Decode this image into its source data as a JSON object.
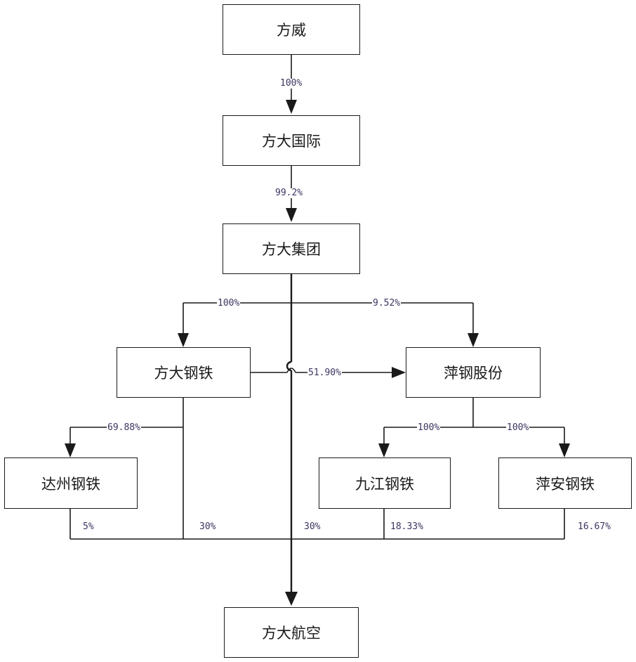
{
  "nodes": {
    "fangwei": "方威",
    "fangda_intl": "方大国际",
    "fangda_group": "方大集团",
    "fangda_steel": "方大钢铁",
    "pinggang": "萍钢股份",
    "dazhou": "达州钢铁",
    "jiujiang": "九江钢铁",
    "pingan": "萍安钢铁",
    "fangda_aviation": "方大航空"
  },
  "edges": {
    "fangwei_to_intl": "100%",
    "intl_to_group": "99.2%",
    "group_to_steel": "100%",
    "group_to_pinggang": "9.52%",
    "steel_to_pinggang": "51.90%",
    "steel_to_dazhou": "69.88%",
    "pinggang_to_jiujiang": "100%",
    "pinggang_to_pingan": "100%",
    "dazhou_to_aviation": "5%",
    "steel_to_aviation": "30%",
    "group_to_aviation": "30%",
    "jiujiang_to_aviation": "18.33%",
    "pingan_to_aviation": "16.67%"
  }
}
